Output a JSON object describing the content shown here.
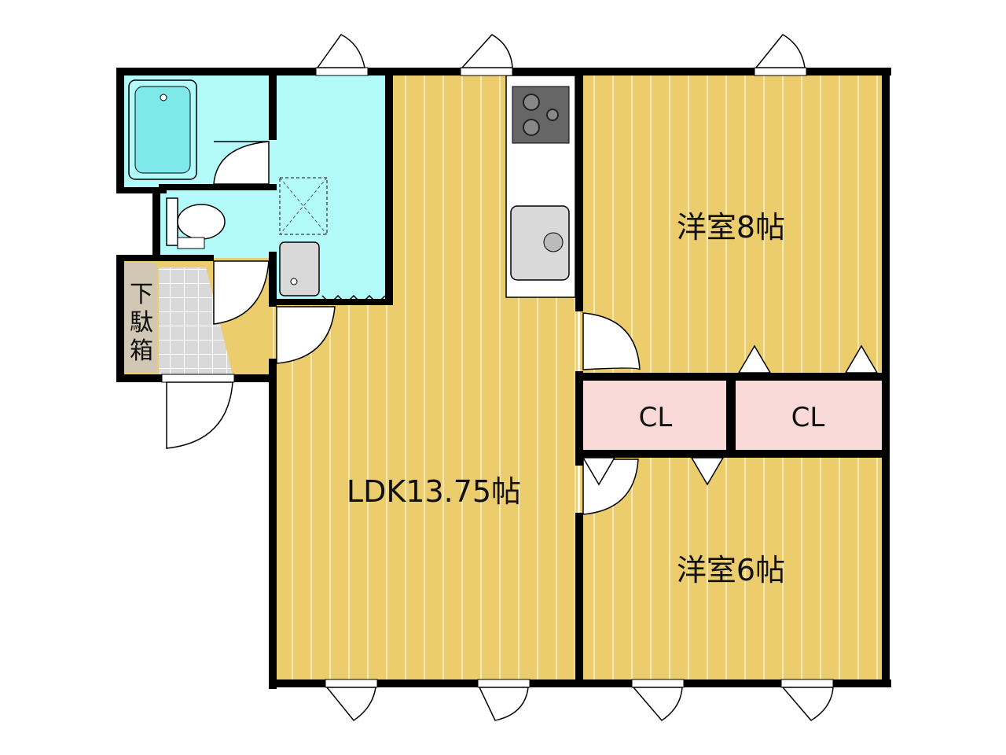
{
  "rooms": {
    "ldk": {
      "label": "LDK13.75帖"
    },
    "western_8": {
      "label": "洋室8帖"
    },
    "western_6": {
      "label": "洋室6帖"
    },
    "closet_left": {
      "label": "CL"
    },
    "closet_right": {
      "label": "CL"
    },
    "shoe_cabinet": {
      "chars": [
        "下",
        "駄",
        "箱"
      ]
    }
  },
  "colors": {
    "floor_wood": "#ebcd6e",
    "floor_line": "#f8e9b4",
    "wet_area": "#b3fbfb",
    "closet": "#fad9d9",
    "entry_tile": "#d9d9d9",
    "shoe_cabinet": "#d2c6b4",
    "wall": "#000000"
  }
}
